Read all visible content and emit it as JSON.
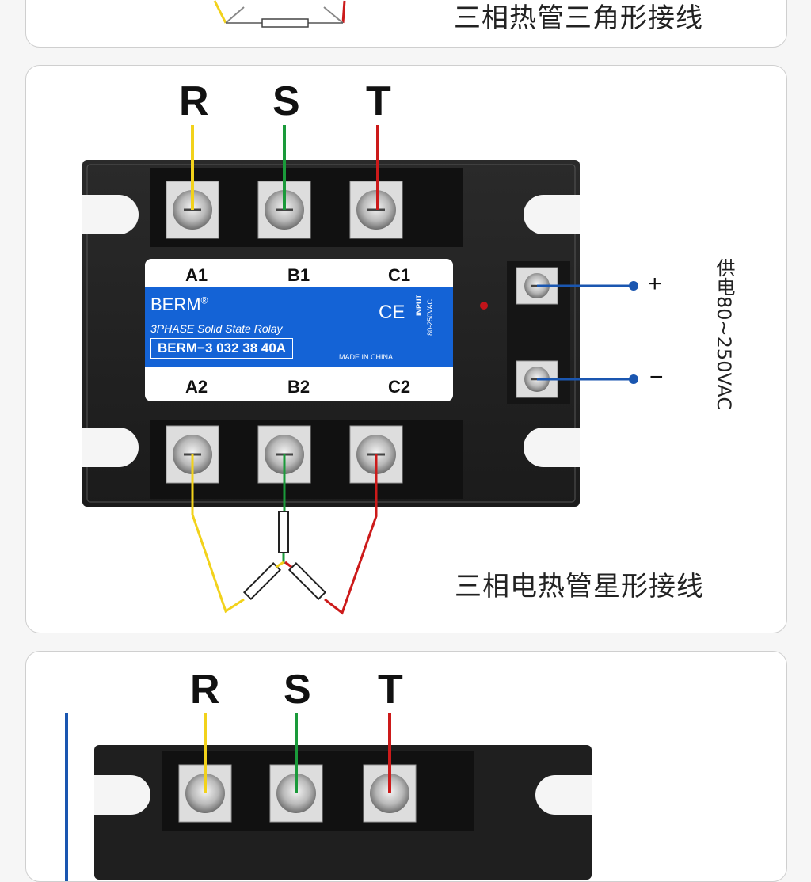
{
  "top_section": {
    "caption": "三相热管三角形接线"
  },
  "star_section": {
    "phases": [
      "R",
      "S",
      "T"
    ],
    "wire_colors": {
      "R": "#f2d21b",
      "S": "#1a9a3a",
      "T": "#cc1a1a",
      "control": "#1a56b0"
    },
    "top_terminals": [
      "A1",
      "B1",
      "C1"
    ],
    "bottom_terminals": [
      "A2",
      "B2",
      "C2"
    ],
    "label": {
      "brand": "BERM",
      "registered": "®",
      "subtitle": "3PHASE Solid State Rolay",
      "model": "BERM−3 032 38 40A",
      "made_in": "MADE IN CHINA",
      "ce": "CE",
      "input": "INPUT",
      "input_range": "80-250VAC"
    },
    "control_plus": "+",
    "control_minus": "−",
    "power_supply": "供电80~250VAC",
    "caption": "三相电热管星形接线"
  },
  "bottom_section": {
    "phases": [
      "R",
      "S",
      "T"
    ]
  }
}
